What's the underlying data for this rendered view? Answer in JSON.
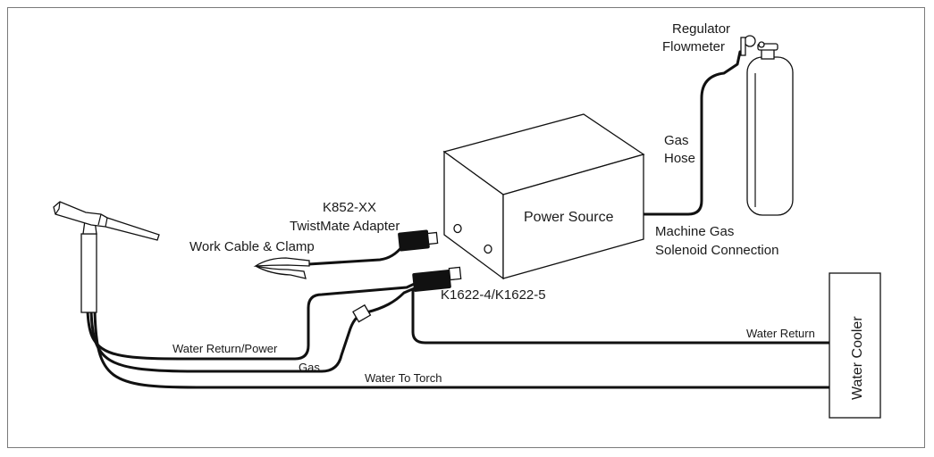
{
  "labels": {
    "regulator_line1": "Regulator",
    "regulator_line2": "Flowmeter",
    "gas_hose_line1": "Gas",
    "gas_hose_line2": "Hose",
    "power_source": "Power Source",
    "machine_gas_line1": "Machine Gas",
    "machine_gas_line2": "Solenoid Connection",
    "adapter_line1": "K852-XX",
    "adapter_line2": "TwistMate Adapter",
    "work_cable": "Work Cable & Clamp",
    "connector_k1622": "K1622-4/K1622-5",
    "water_return_power": "Water Return/Power",
    "gas": "Gas",
    "water_to_torch": "Water To Torch",
    "water_return": "Water Return",
    "water_cooler": "Water Cooler"
  },
  "colors": {
    "line": "#111111",
    "frame": "#7a7a7a",
    "background": "#ffffff"
  }
}
